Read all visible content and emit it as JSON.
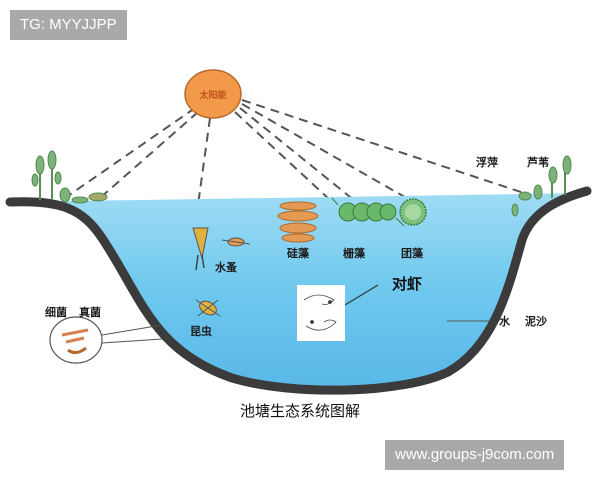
{
  "watermark_top": "TG: MYYJJPP",
  "watermark_bottom": "www.groups-j9com.com",
  "caption": "池塘生态系统图解",
  "sun": {
    "label": "太阳能",
    "color": "#f2994a"
  },
  "labels": {
    "floating_plant": "浮萍",
    "reed": "芦苇",
    "diatom": "硅藻",
    "filamentous_algae": "栅藻",
    "colonial_algae": "团藻",
    "water_flea": "水蚤",
    "insect": "昆虫",
    "shrimp": "对虾",
    "bacteria": "细菌",
    "fungi": "真菌",
    "water": "水",
    "sediment": "泥沙"
  },
  "colors": {
    "water": "#6ec8ee",
    "water_deep": "#3aa4e0",
    "bank": "#3b3b3b",
    "plant": "#7db37a",
    "algae_green": "#6ab86a",
    "diatom_orange": "#e39a55"
  }
}
